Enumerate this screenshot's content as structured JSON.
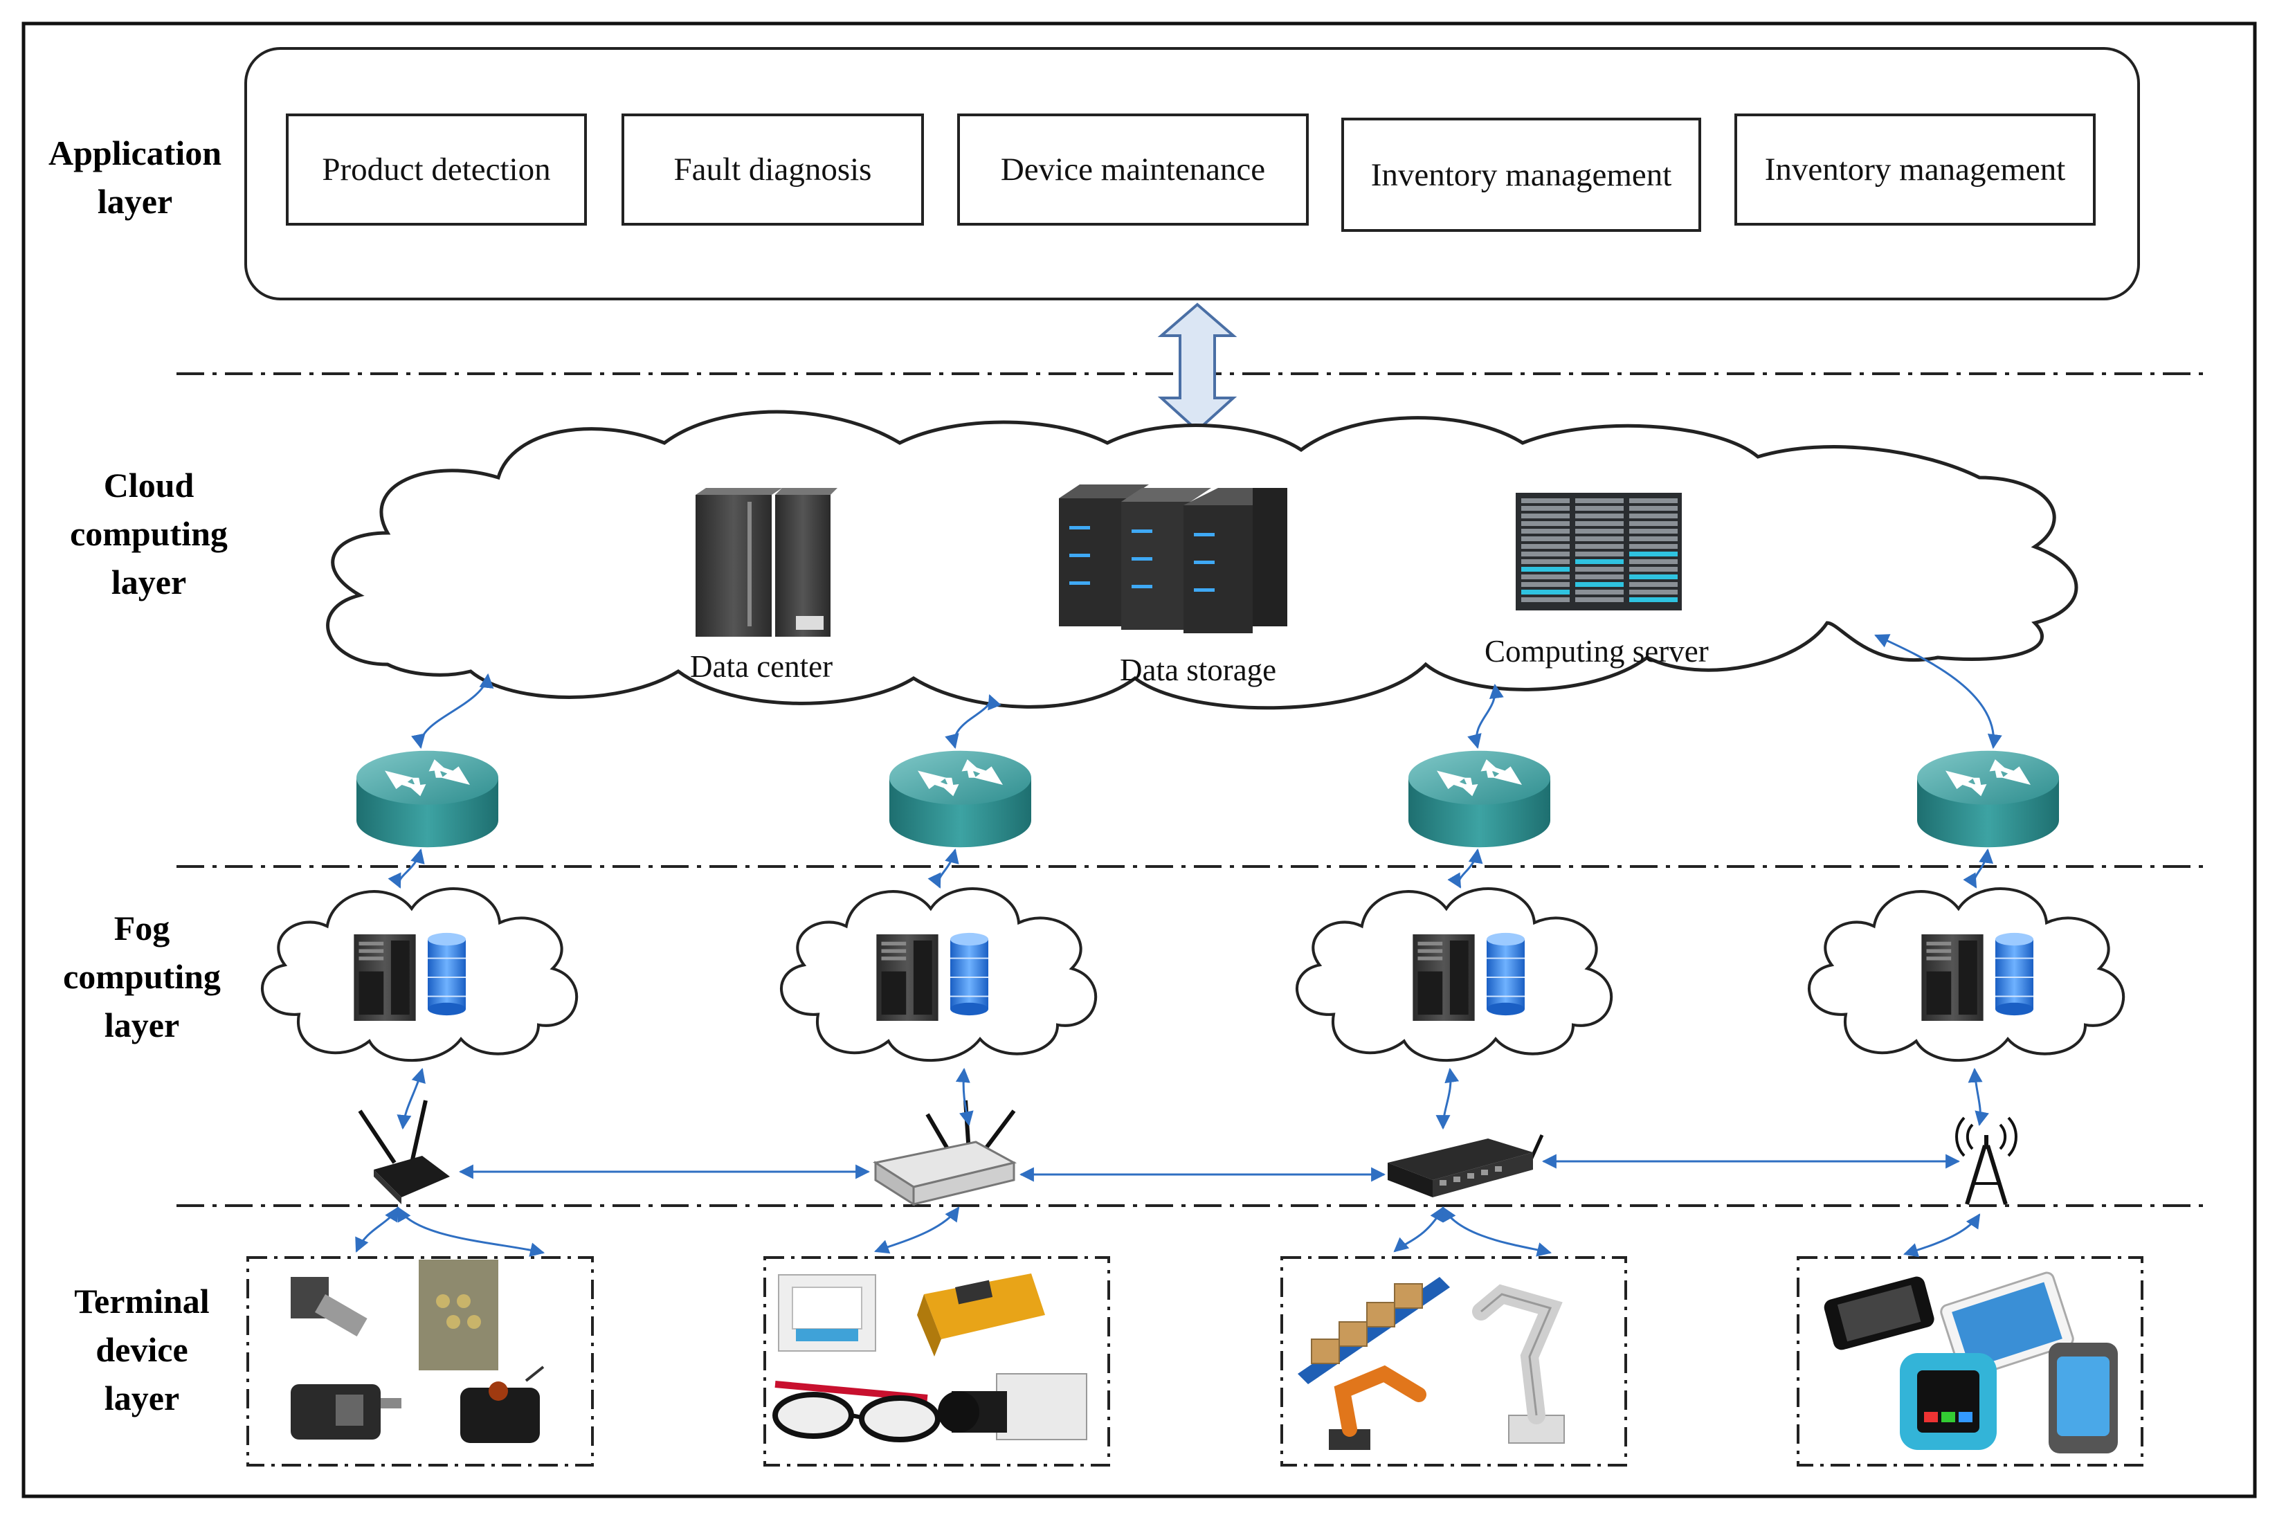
{
  "layers": {
    "application": [
      "Application",
      "layer"
    ],
    "cloud": [
      "Cloud",
      "computing",
      "layer"
    ],
    "fog": [
      "Fog",
      "computing",
      "layer"
    ],
    "terminal": [
      "Terminal",
      "device",
      "layer"
    ]
  },
  "applications": [
    "Product detection",
    "Fault diagnosis",
    "Device maintenance",
    "Inventory management",
    "Inventory management"
  ],
  "cloud_items": {
    "data_center": "Data center",
    "data_storage": "Data storage",
    "computing_server": "Computing server"
  },
  "colors": {
    "link": "#2f6fc2",
    "router": "#2f8e8f",
    "double_arrow": "#dbe6f4",
    "storage": "#2e7be0"
  }
}
